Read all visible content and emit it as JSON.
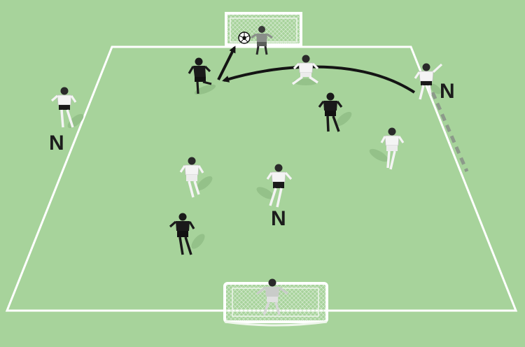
{
  "colors": {
    "pitch": "#a7d39b",
    "lines": "#ffffff",
    "team_dark": "#1a1a1a",
    "team_light": "#f4f4f4",
    "goalkeeper": "#8a8f8a",
    "arrow": "#141414",
    "shadow": "#93c088"
  },
  "labels": {
    "neutral_top_right": "N",
    "neutral_left": "N",
    "neutral_center": "N"
  },
  "players": [
    {
      "id": "gk-top",
      "team": "goalkeeper"
    },
    {
      "id": "gk-bottom",
      "team": "goalkeeper"
    },
    {
      "id": "dark-striker",
      "team": "dark"
    },
    {
      "id": "light-defender-top",
      "team": "light"
    },
    {
      "id": "neutral-right",
      "team": "neutral"
    },
    {
      "id": "neutral-left",
      "team": "neutral"
    },
    {
      "id": "dark-mid-right",
      "team": "dark"
    },
    {
      "id": "light-right",
      "team": "light"
    },
    {
      "id": "light-mid-left",
      "team": "light"
    },
    {
      "id": "neutral-center",
      "team": "neutral"
    },
    {
      "id": "dark-bottom-left",
      "team": "dark"
    }
  ],
  "icons": {
    "ball": "soccer-ball-icon",
    "pass": "curved-arrow-icon",
    "shot": "straight-arrow-icon",
    "run": "dashed-run-line"
  }
}
